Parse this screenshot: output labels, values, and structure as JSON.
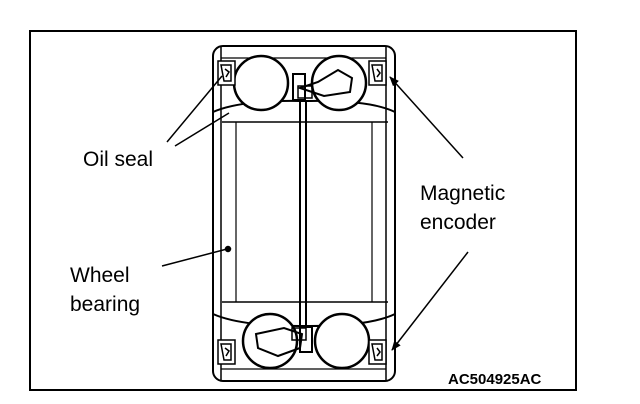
{
  "labels": {
    "oil_seal": "Oil seal",
    "magnetic_encoder_line1": "Magnetic",
    "magnetic_encoder_line2": "encoder",
    "wheel_bearing_line1": "Wheel",
    "wheel_bearing_line2": "bearing",
    "figure_code": "AC504925AC"
  },
  "colors": {
    "line": "#000000",
    "background": "#ffffff"
  }
}
